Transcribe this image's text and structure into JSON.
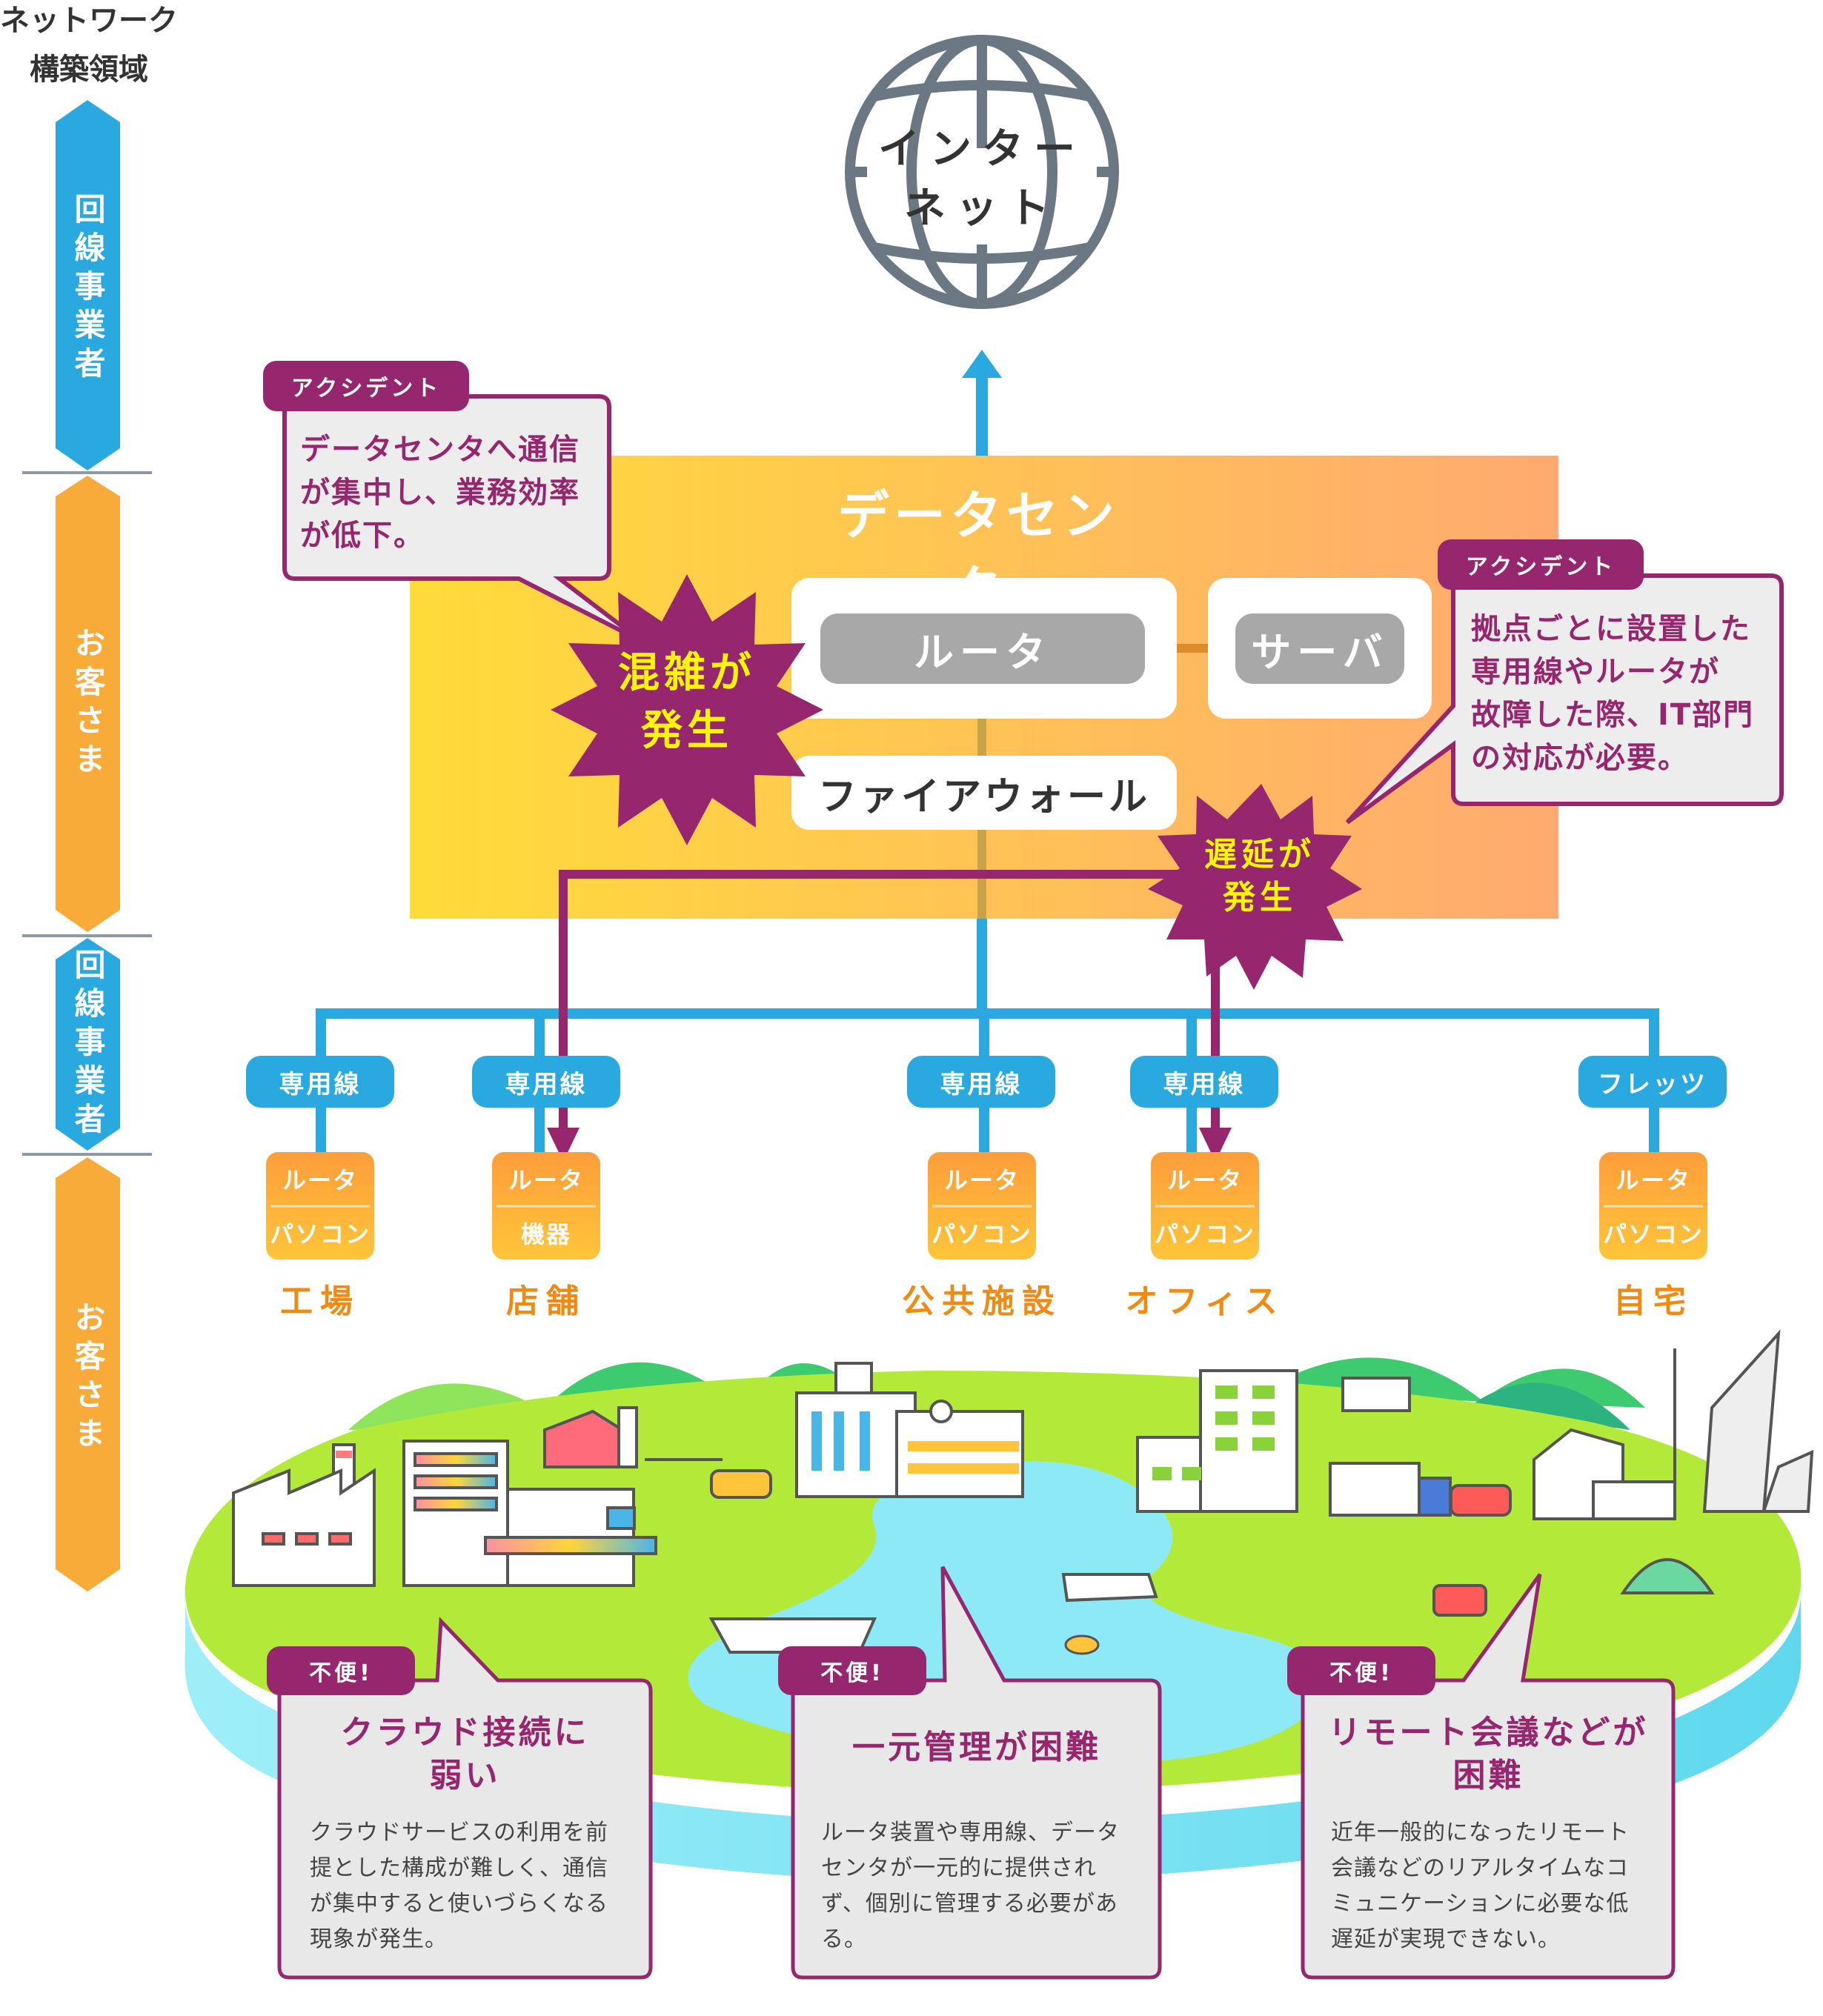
{
  "side": {
    "heading": "ネットワーク\n構築領域",
    "bands": [
      {
        "label": "回線事業者",
        "color": "#29a9e0"
      },
      {
        "label": "お客さま",
        "color": "#f9ab3a"
      },
      {
        "label": "回線事業者",
        "color": "#29a9e0"
      },
      {
        "label": "お客さま",
        "color": "#f9ab3a"
      }
    ]
  },
  "internet": {
    "label_line1": "インター",
    "label_line2": "ネット"
  },
  "datacenter": {
    "title": "データセンタ",
    "router": "ルータ",
    "server": "サーバ",
    "firewall": "ファイアウォール"
  },
  "bursts": {
    "congestion": {
      "line1": "混雑が",
      "line2": "発生"
    },
    "delay": {
      "line1": "遅延が",
      "line2": "発生"
    }
  },
  "accidents": {
    "left": {
      "tag": "アクシデント",
      "text": "データセンタへ通信\nが集中し、業務効率\nが低下。"
    },
    "right": {
      "tag": "アクシデント",
      "text": "拠点ごとに設置した\n専用線やルータが\n故障した際、IT部門\nの対応が必要。"
    }
  },
  "sites": [
    {
      "line": "専用線",
      "top": "ルータ",
      "bottom": "パソコン",
      "place": "工場"
    },
    {
      "line": "専用線",
      "top": "ルータ",
      "bottom": "機器",
      "place": "店舗"
    },
    {
      "line": "専用線",
      "top": "ルータ",
      "bottom": "パソコン",
      "place": "公共施設"
    },
    {
      "line": "専用線",
      "top": "ルータ",
      "bottom": "パソコン",
      "place": "オフィス"
    },
    {
      "line": "フレッツ",
      "top": "ルータ",
      "bottom": "パソコン",
      "place": "自宅"
    }
  ],
  "problems": [
    {
      "tag": "不便!",
      "title": "クラウド接続に\n弱い",
      "desc": "クラウドサービスの利用を前\n提とした構成が難しく、通信\nが集中すると使いづらくなる\n現象が発生。"
    },
    {
      "tag": "不便!",
      "title": "一元管理が困難",
      "desc": "ルータ装置や専用線、データ\nセンタが一元的に提供され\nず、個別に管理する必要があ\nる。"
    },
    {
      "tag": "不便!",
      "title": "リモート会議などが\n困難",
      "desc": "近年一般的になったリモート\n会議などのリアルタイムなコ\nミュニケーションに必要な低\n遅延が実現できない。"
    }
  ],
  "colors": {
    "line_blue": "#29a9e0",
    "accident_purple": "#96266d",
    "burst_yellow": "#fff700",
    "place_orange": "#f08a12",
    "land_green": "#b3ea3a",
    "water": "#8ee9f7"
  }
}
